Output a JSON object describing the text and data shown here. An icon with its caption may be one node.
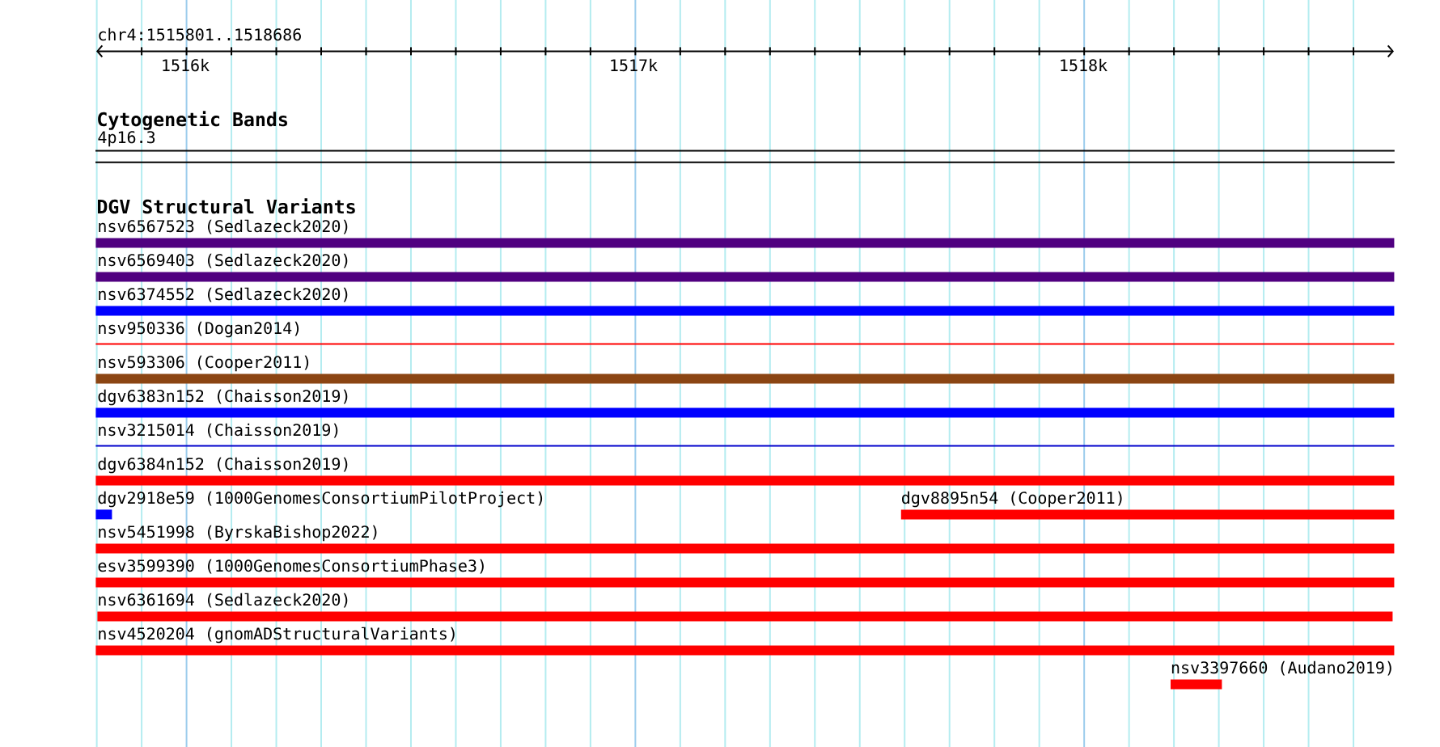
{
  "diagram": {
    "nodes": [
      {
        "text": [],
        "shape": "band",
        "beside": [
          "4p16.3"
        ]
      },
      {
        "text": [],
        "shape": "bar",
        "beside": [
          "nsv6567523 (Sedlazeck2020)"
        ]
      },
      {
        "text": [],
        "shape": "bar",
        "beside": [
          "nsv6569403 (Sedlazeck2020)"
        ]
      },
      {
        "text": [],
        "shape": "bar",
        "beside": [
          "nsv6374552 (Sedlazeck2020)"
        ]
      },
      {
        "text": [],
        "shape": "line",
        "beside": [
          "nsv950336 (Dogan2014)"
        ]
      },
      {
        "text": [],
        "shape": "bar",
        "beside": [
          "nsv593306 (Cooper2011)"
        ]
      },
      {
        "text": [],
        "shape": "bar",
        "beside": [
          "dgv6383n152 (Chaisson2019)"
        ]
      },
      {
        "text": [],
        "shape": "line",
        "beside": [
          "nsv3215014 (Chaisson2019)"
        ]
      },
      {
        "text": [],
        "shape": "bar",
        "beside": [
          "dgv6384n152 (Chaisson2019)"
        ]
      },
      {
        "text": [],
        "shape": "bar",
        "beside": [
          "dgv2918e59 (1000GenomesConsortiumPilotProject)"
        ]
      },
      {
        "text": [],
        "shape": "bar",
        "beside": [
          "dgv8895n54 (Cooper2011)"
        ]
      },
      {
        "text": [],
        "shape": "bar",
        "beside": [
          "nsv5451998 (ByrskaBishop2022)"
        ]
      },
      {
        "text": [],
        "shape": "bar",
        "beside": [
          "esv3599390 (1000GenomesConsortiumPhase3)"
        ]
      },
      {
        "text": [],
        "shape": "bar",
        "beside": [
          "nsv6361694 (Sedlazeck2020)"
        ]
      },
      {
        "text": [],
        "shape": "bar",
        "beside": [
          "nsv4520204 (gnomADStructuralVariants)"
        ]
      },
      {
        "text": [],
        "shape": "bar",
        "beside": [
          "nsv3397660 (Audano2019)"
        ]
      }
    ],
    "labels": [
      "chr4:1515801..1518686",
      "1516k",
      "1517k",
      "1518k",
      "Cytogenetic Bands",
      "DGV Structural Variants"
    ]
  }
}
